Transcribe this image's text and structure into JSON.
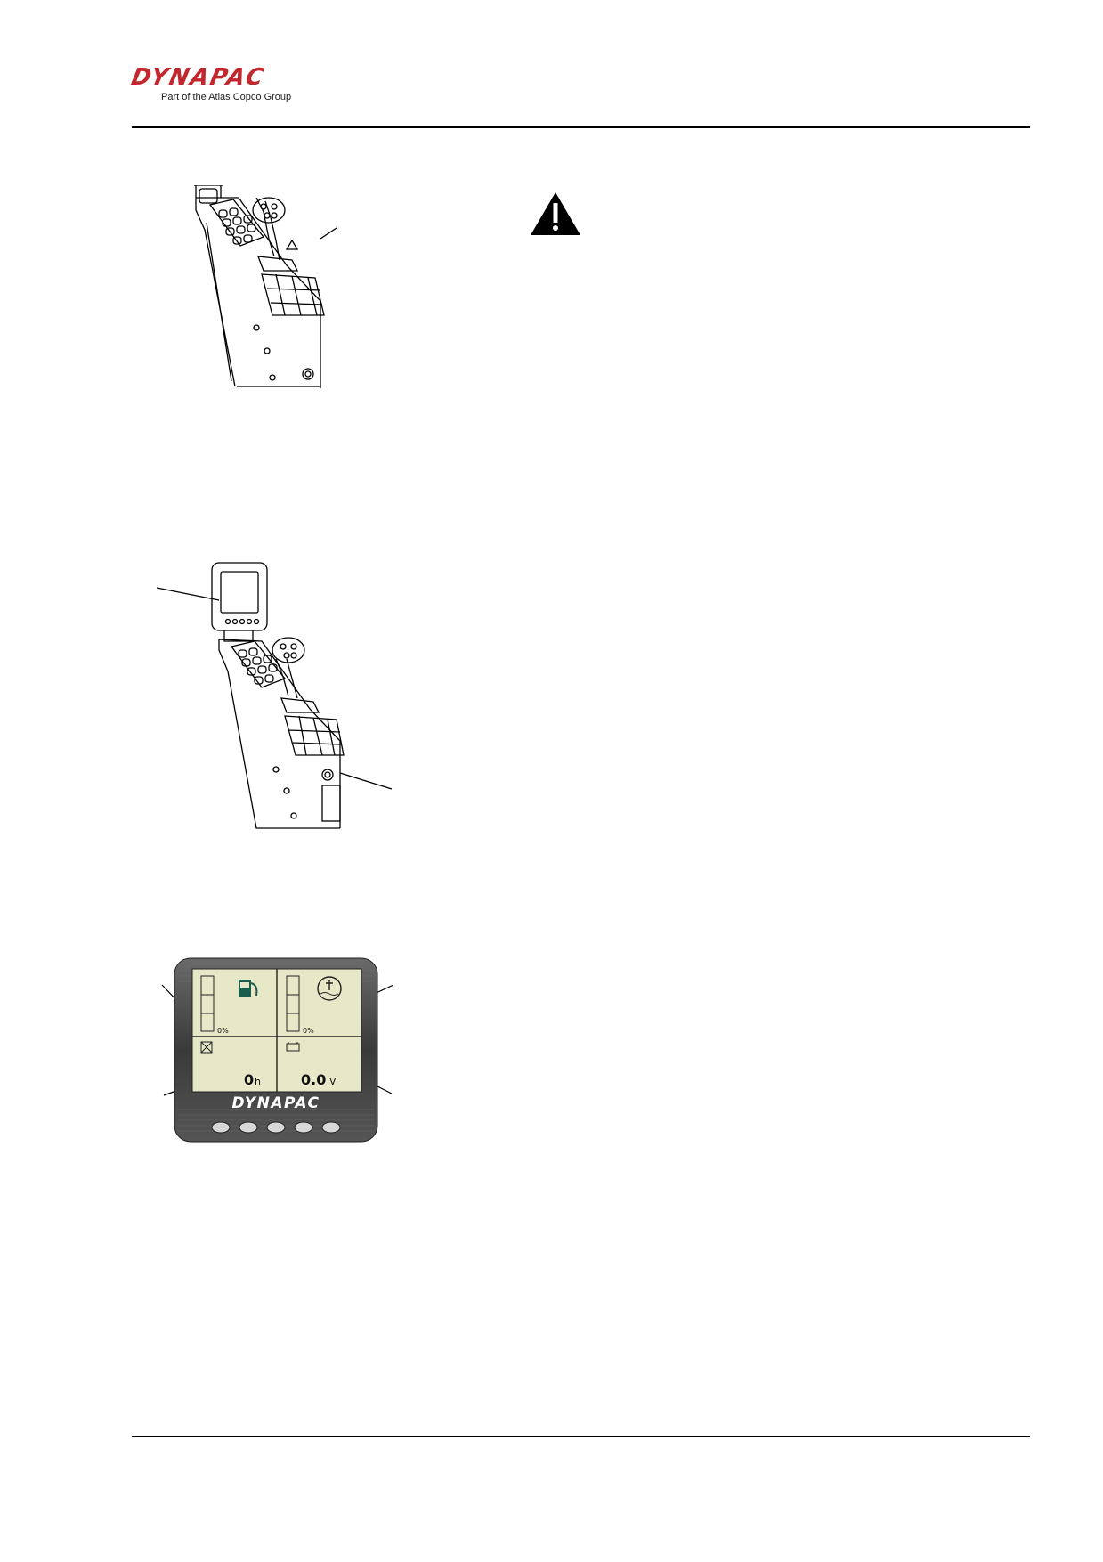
{
  "header": {
    "logo_text": "DYNAPAC",
    "logo_tagline": "Part of the Atlas Copco Group",
    "brand_color": "#c1272d"
  },
  "figures": {
    "console_1": {
      "icon": "console-joystick-illustration"
    },
    "warning": {
      "icon": "warning-triangle-icon"
    },
    "console_2": {
      "icon": "console-with-display-illustration"
    },
    "display": {
      "fuel_percent": "0%",
      "temp_percent": "0%",
      "hours_value": "0",
      "hours_unit": "h",
      "voltage_value": "0.0",
      "voltage_unit": "V",
      "brand": "DYNAPAC",
      "button_count": 5,
      "fuel_icon": "fuel-pump-icon",
      "temp_icon": "coolant-temperature-icon",
      "hour_icon": "hourglass-icon",
      "battery_icon": "battery-icon"
    }
  }
}
